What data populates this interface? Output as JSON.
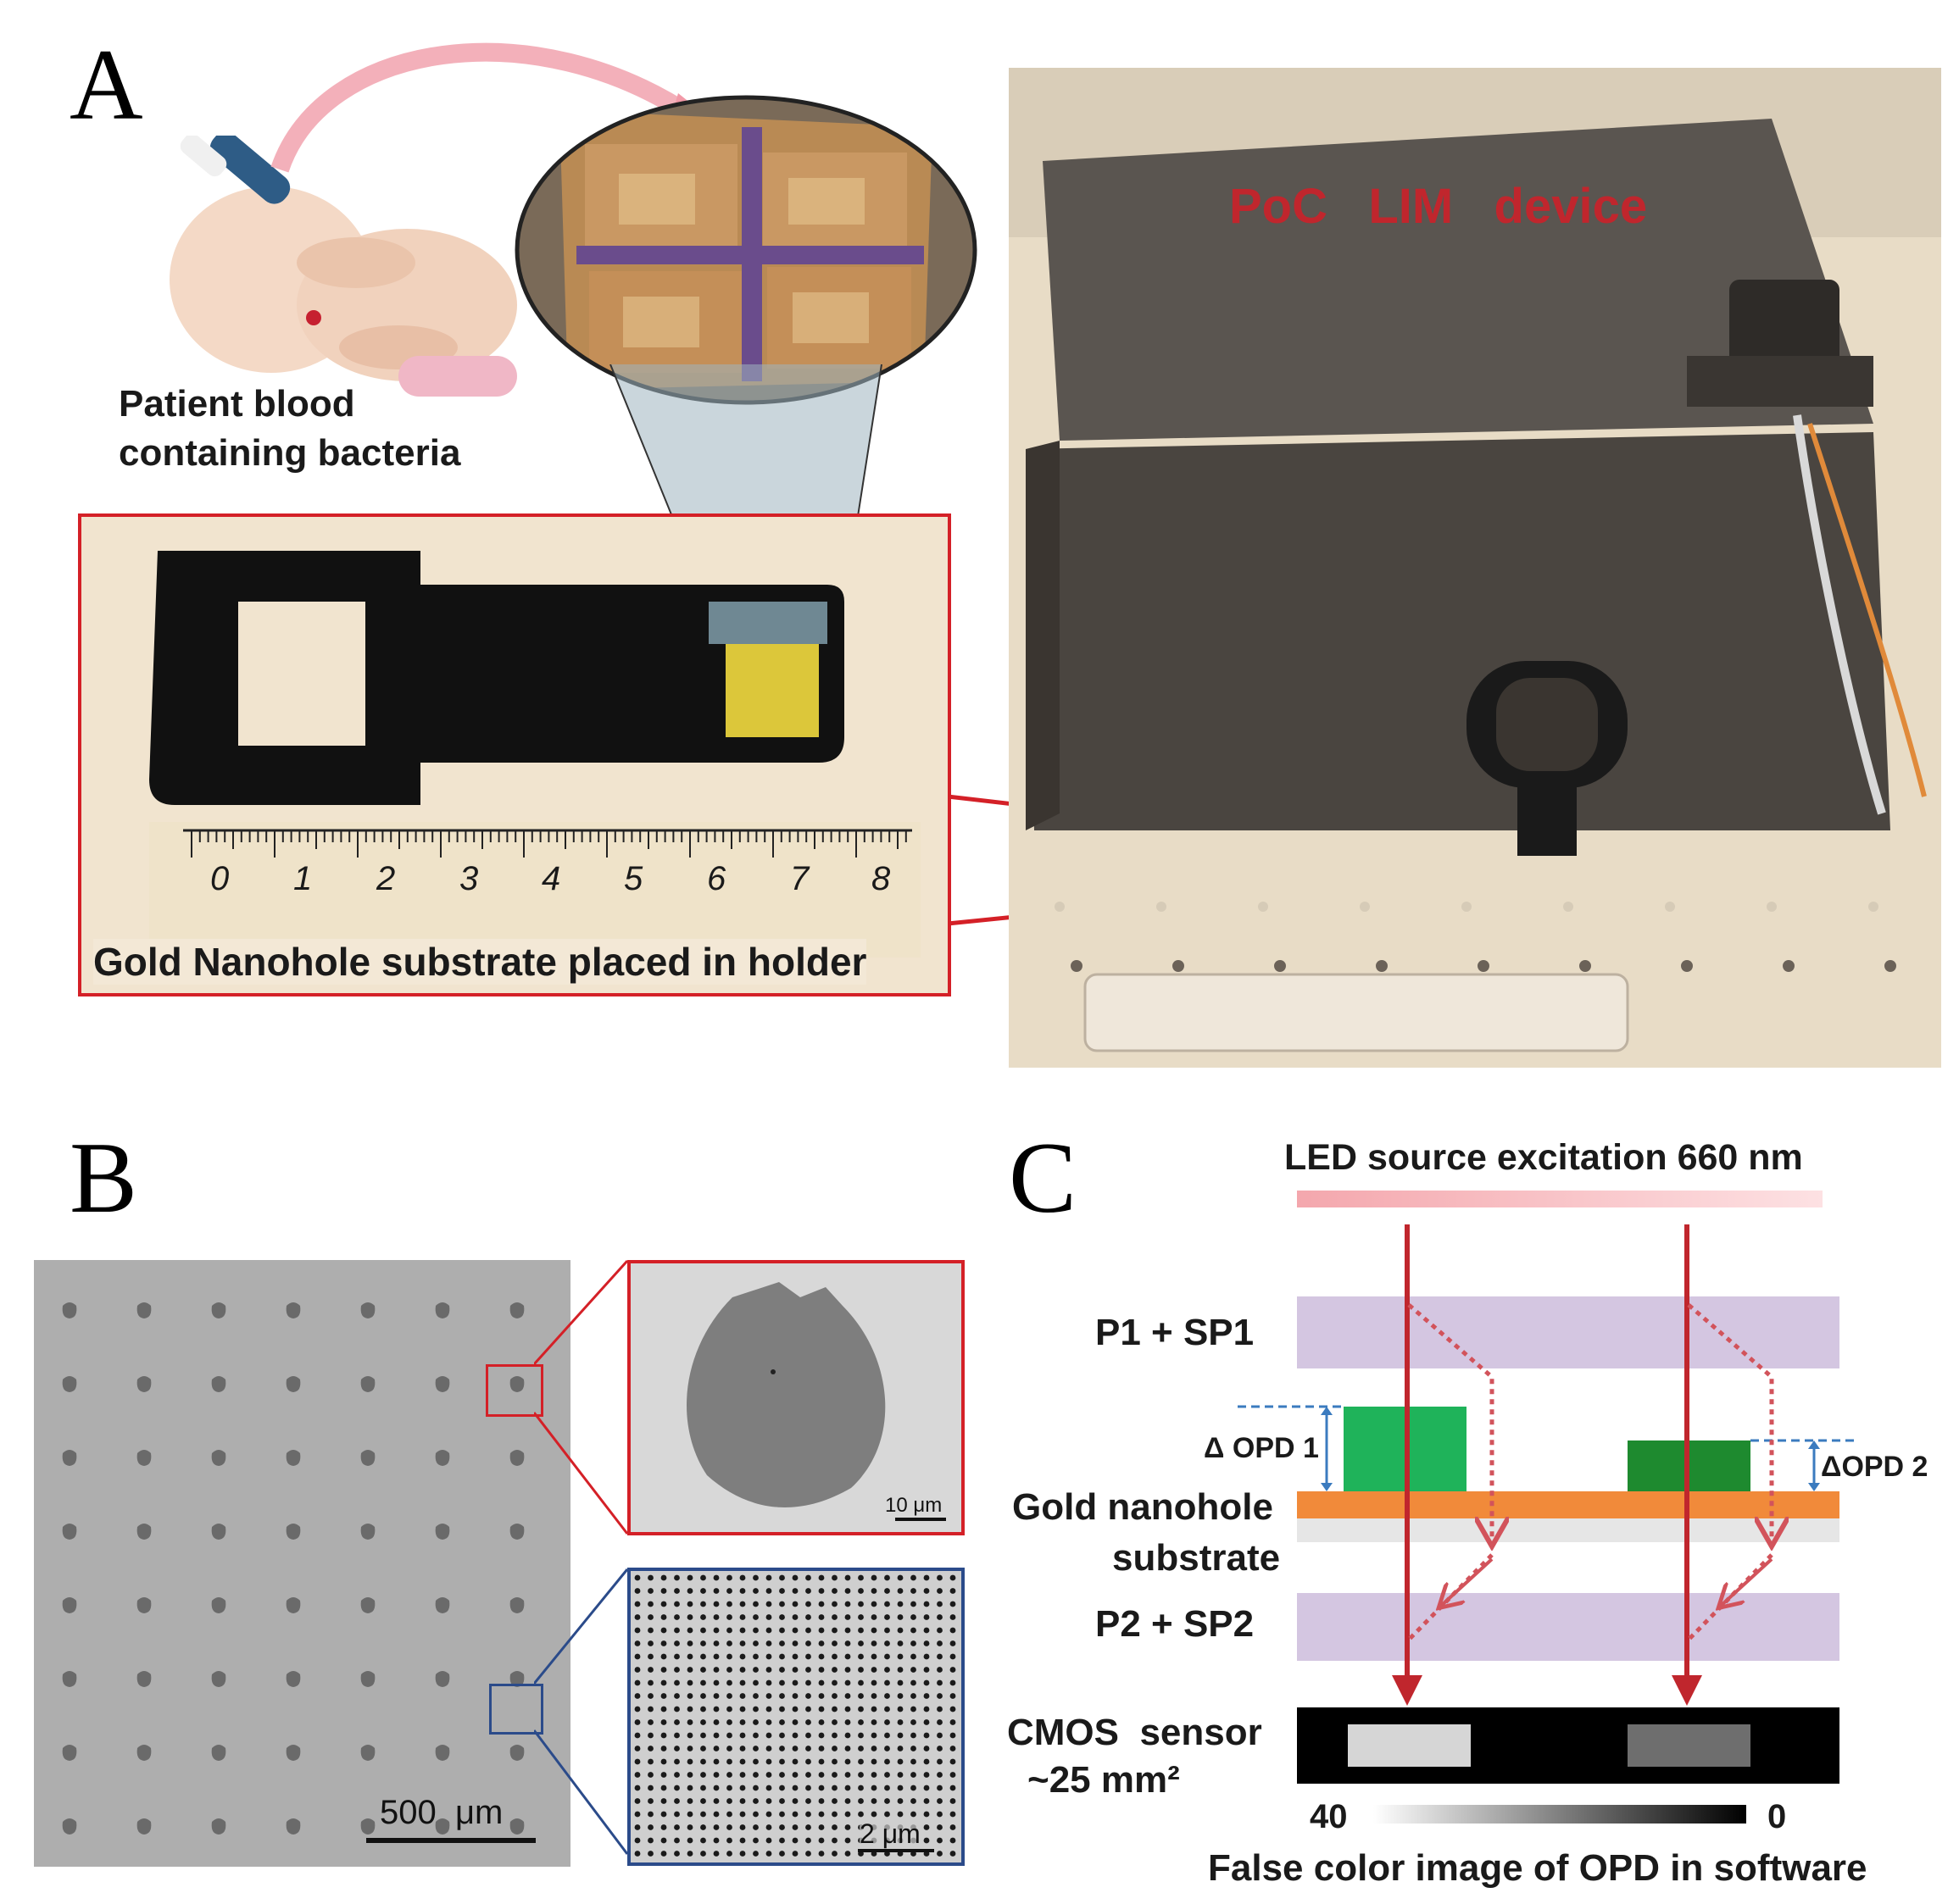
{
  "panels": {
    "a": {
      "letter": "A",
      "blood_label_line1": "Patient blood",
      "blood_label_line2": "containing bacteria",
      "holder_caption": "Gold Nanohole substrate placed in holder",
      "ruler_ticks": [
        "0",
        "1",
        "2",
        "3",
        "4",
        "5",
        "6",
        "7",
        "8"
      ],
      "device_label": "PoC   LIM   device"
    },
    "b": {
      "letter": "B",
      "main_scale": "500  μm",
      "inset_top_scale": "10 μm",
      "inset_bottom_scale": "2 μm"
    },
    "c": {
      "letter": "C",
      "source_label": "LED source excitation 660 nm",
      "p1_label": "P1 + SP1",
      "opd1_label": "Δ OPD 1",
      "opd2_label": "ΔOPD 2",
      "gold_label_line1": "Gold nanohole",
      "gold_label_line2": "substrate",
      "p2_label": "P2 + SP2",
      "cmos_label_line1": "CMOS  sensor",
      "cmos_label_line2": "~25 mm²",
      "scale_max": "40",
      "scale_min": "0",
      "false_color_caption": "False color image of OPD in software"
    }
  },
  "colors": {
    "frame_red": "#d42027",
    "arrow_red": "#c0262d",
    "device_text": "#c0262d",
    "polarizer": "#d4c6e1",
    "gold_layer": "#f18a3a",
    "green_light": "#1fb35a",
    "green_dark": "#1e8a2f",
    "opd_blue": "#3b7bbf"
  }
}
